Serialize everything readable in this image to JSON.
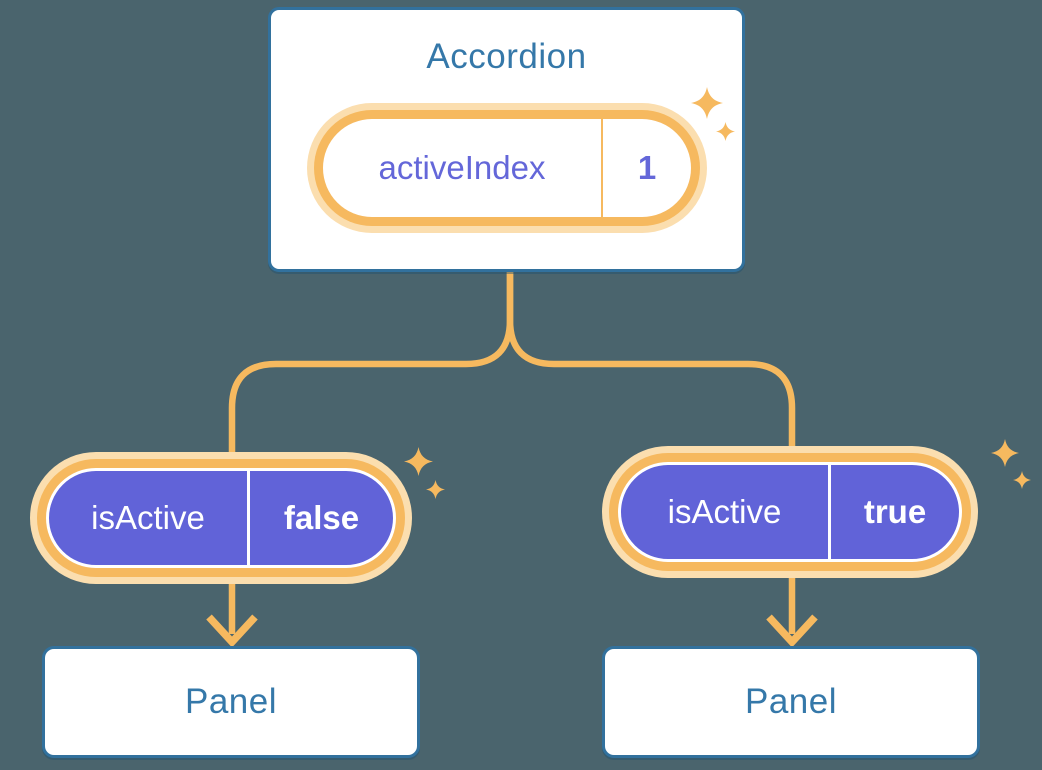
{
  "colors": {
    "background": "#4A646D",
    "card_bg": "#FFFFFF",
    "card_border": "#32719D",
    "blue_text": "#3578A9",
    "orange": "#F6B95F",
    "orange_halo": "#FBDEAF",
    "purple": "#6163D8",
    "purple_text": "#6467D9",
    "white_text": "#FFFFFF"
  },
  "diagram": {
    "parent": {
      "title": "Accordion",
      "state_pill": {
        "label": "activeIndex",
        "value": "1"
      }
    },
    "branches": [
      {
        "pill": {
          "label": "isActive",
          "value": "false"
        },
        "panel": "Panel"
      },
      {
        "pill": {
          "label": "isActive",
          "value": "true"
        },
        "panel": "Panel"
      }
    ]
  },
  "icons": {
    "sparkle": "sparkle-star-icon"
  }
}
